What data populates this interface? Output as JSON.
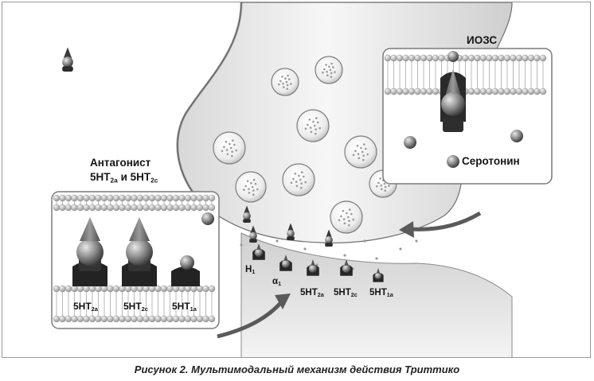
{
  "labels": {
    "iozs": "ИОЗС",
    "serotonin": "Серотонин",
    "antagonist_line1": "Антагонист",
    "antagonist_line2_prefix": "5HT",
    "antagonist_line2_sub1": "2a",
    "antagonist_line2_mid": " и 5HT",
    "antagonist_line2_sub2": "2c"
  },
  "left_box_receptors": [
    {
      "base": "5HT",
      "sub": "2a"
    },
    {
      "base": "5HT",
      "sub": "2c"
    },
    {
      "base": "5HT",
      "sub": "1a"
    }
  ],
  "post_receptors": [
    {
      "base": "H",
      "sub": "1"
    },
    {
      "base": "α",
      "sub": "1"
    },
    {
      "base": "5HT",
      "sub": "2a"
    },
    {
      "base": "5HT",
      "sub": "2c"
    },
    {
      "base": "5HT",
      "sub": "1a"
    }
  ],
  "caption": "Рисунок 2. Мультимодальный механизм действия Триттико",
  "colors": {
    "membrane": "#b5b5b5",
    "receptor_dark": "#2b2b2b",
    "ligand": "#8c8c8c",
    "vesicle": "#f2f2f2"
  }
}
